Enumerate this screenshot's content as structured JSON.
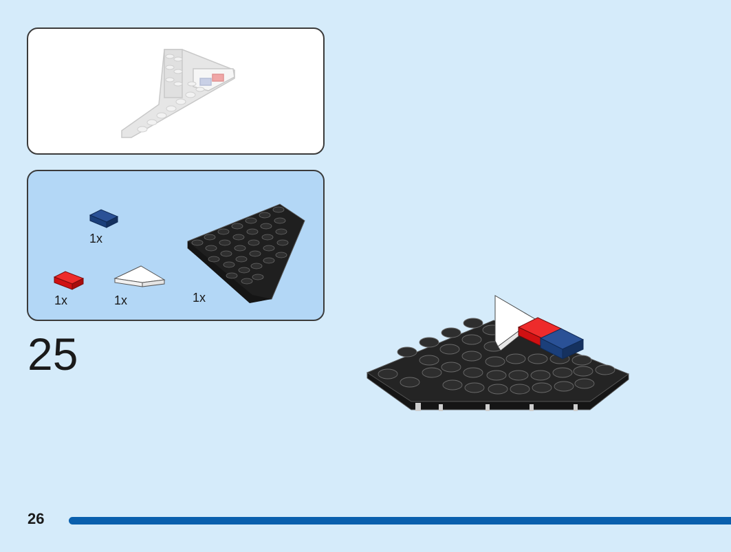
{
  "step": {
    "number": "25"
  },
  "page": {
    "number": "26"
  },
  "parts": [
    {
      "name": "dark blue tile 1x1",
      "quantity": "1x",
      "color": "#1b3f7a"
    },
    {
      "name": "red tile 1x1",
      "quantity": "1x",
      "color": "#d01012"
    },
    {
      "name": "white triangle tile",
      "quantity": "1x",
      "color": "#ffffff"
    },
    {
      "name": "black wedge plate",
      "quantity": "1x",
      "color": "#2b2b2b"
    }
  ],
  "colors": {
    "background": "#d5ebfa",
    "parts_panel": "#b3d7f6",
    "progress_bar": "#0a5fad"
  },
  "progress": {
    "fraction": 0.91
  }
}
